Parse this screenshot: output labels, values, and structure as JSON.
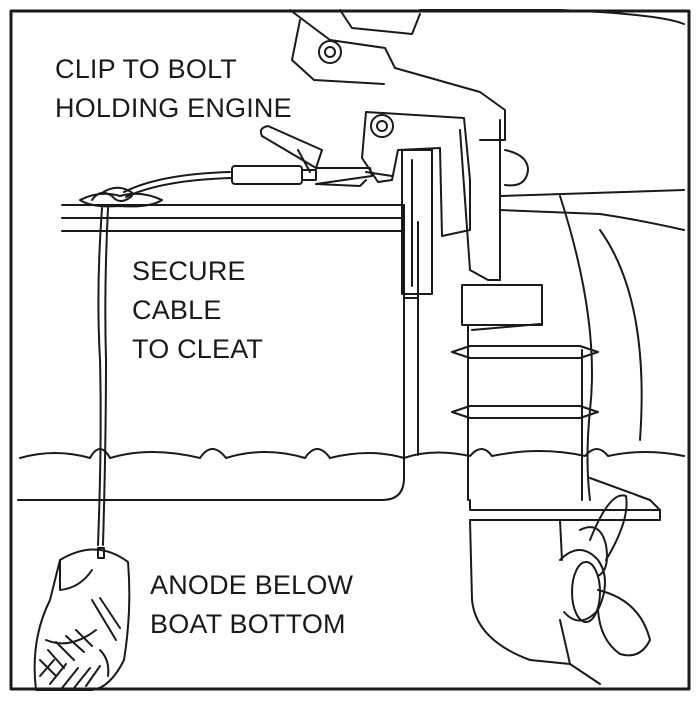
{
  "labels": {
    "clip": [
      "CLIP TO BOLT",
      "HOLDING ENGINE"
    ],
    "secure": [
      "SECURE",
      "CABLE",
      "TO CLEAT"
    ],
    "anode": [
      "ANODE BELOW",
      "BOAT BOTTOM"
    ]
  },
  "colors": {
    "ink": "#1a1a1a",
    "paper": "#ffffff"
  }
}
